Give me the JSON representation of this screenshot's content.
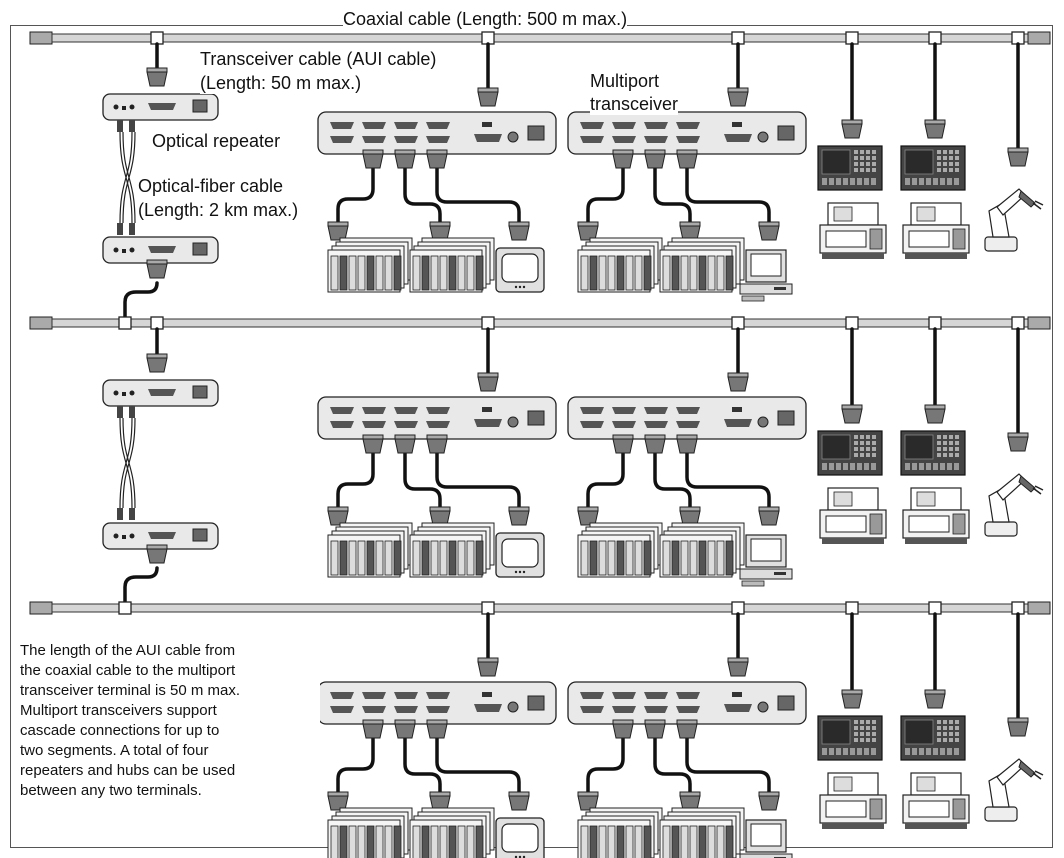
{
  "labels": {
    "coax": "Coaxial cable (Length: 500 m max.)",
    "aui_line1": "Transceiver cable (AUI cable)",
    "aui_line2": "(Length: 50 m max.)",
    "multiport_line1": "Multiport",
    "multiport_line2": "transceiver",
    "optical_repeater": "Optical repeater",
    "fiber_line1": "Optical-fiber cable",
    "fiber_line2": "(Length: 2 km max.)"
  },
  "note": {
    "lines": [
      "The length of the AUI cable from",
      "the coaxial cable to the multiport",
      "transceiver terminal is 50 m max.",
      "Multiport transceivers support",
      "cascade connections for up to",
      "two segments. A total of four",
      "repeaters and hubs can be used",
      "between any two terminals."
    ]
  },
  "colors": {
    "device_fill": "#e9e9e9",
    "screen_fill": "#3a3a3a",
    "cable": "#111111"
  }
}
